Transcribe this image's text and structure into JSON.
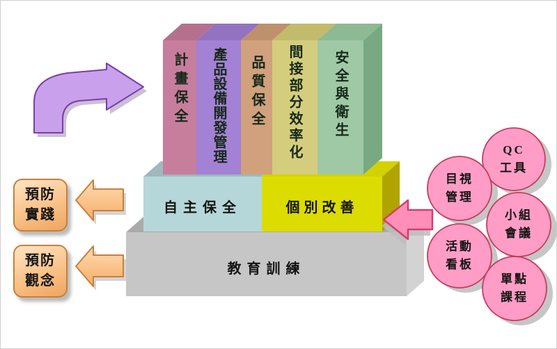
{
  "diagram_type": "TPM pyramid diagram",
  "pillars": [
    {
      "label": "計畫保全",
      "color": "#c67e9c"
    },
    {
      "label": "產品設備開發管理",
      "color": "#a381d4"
    },
    {
      "label": "品質保全",
      "color": "#d0a17c"
    },
    {
      "label": "間接部分效率化",
      "color": "#d4cd7d"
    },
    {
      "label": "安全與衛生",
      "color": "#9ec9a4"
    }
  ],
  "middle_blocks": [
    {
      "label": "自主保全",
      "color": "#b6d7d9"
    },
    {
      "label": "個別改善",
      "color": "#dcdc00"
    }
  ],
  "base_block": {
    "label": "教育訓練",
    "color": "#c6c6c6"
  },
  "prevention_boxes": [
    {
      "line1": "預防",
      "line2": "實踐"
    },
    {
      "line1": "預防",
      "line2": "觀念"
    }
  ],
  "tool_circles": [
    {
      "line1": "QC",
      "line2": "工具"
    },
    {
      "line1": "目視",
      "line2": "管理"
    },
    {
      "line1": "小組",
      "line2": "會議"
    },
    {
      "line1": "活動",
      "line2": "看板"
    },
    {
      "line1": "單點",
      "line2": "課程"
    }
  ],
  "icons": {
    "purple_curved_arrow": "bent-right-arrow",
    "orange_arrows": "block-left-arrow",
    "pink_arrow": "block-left-arrow"
  },
  "colors": {
    "circle_fill": "#ff9dc6",
    "circle_border": "#c63c5e",
    "orange_box_fill": "#f9c289",
    "orange_box_border": "#c5813c",
    "purple_arrow": "#c9a0ec",
    "pink_arrow": "#ff8fb8",
    "base_gray": "#c6c6c6",
    "improvement_yellow": "#dcdc00",
    "autonomous_blue": "#b6d7d9"
  }
}
